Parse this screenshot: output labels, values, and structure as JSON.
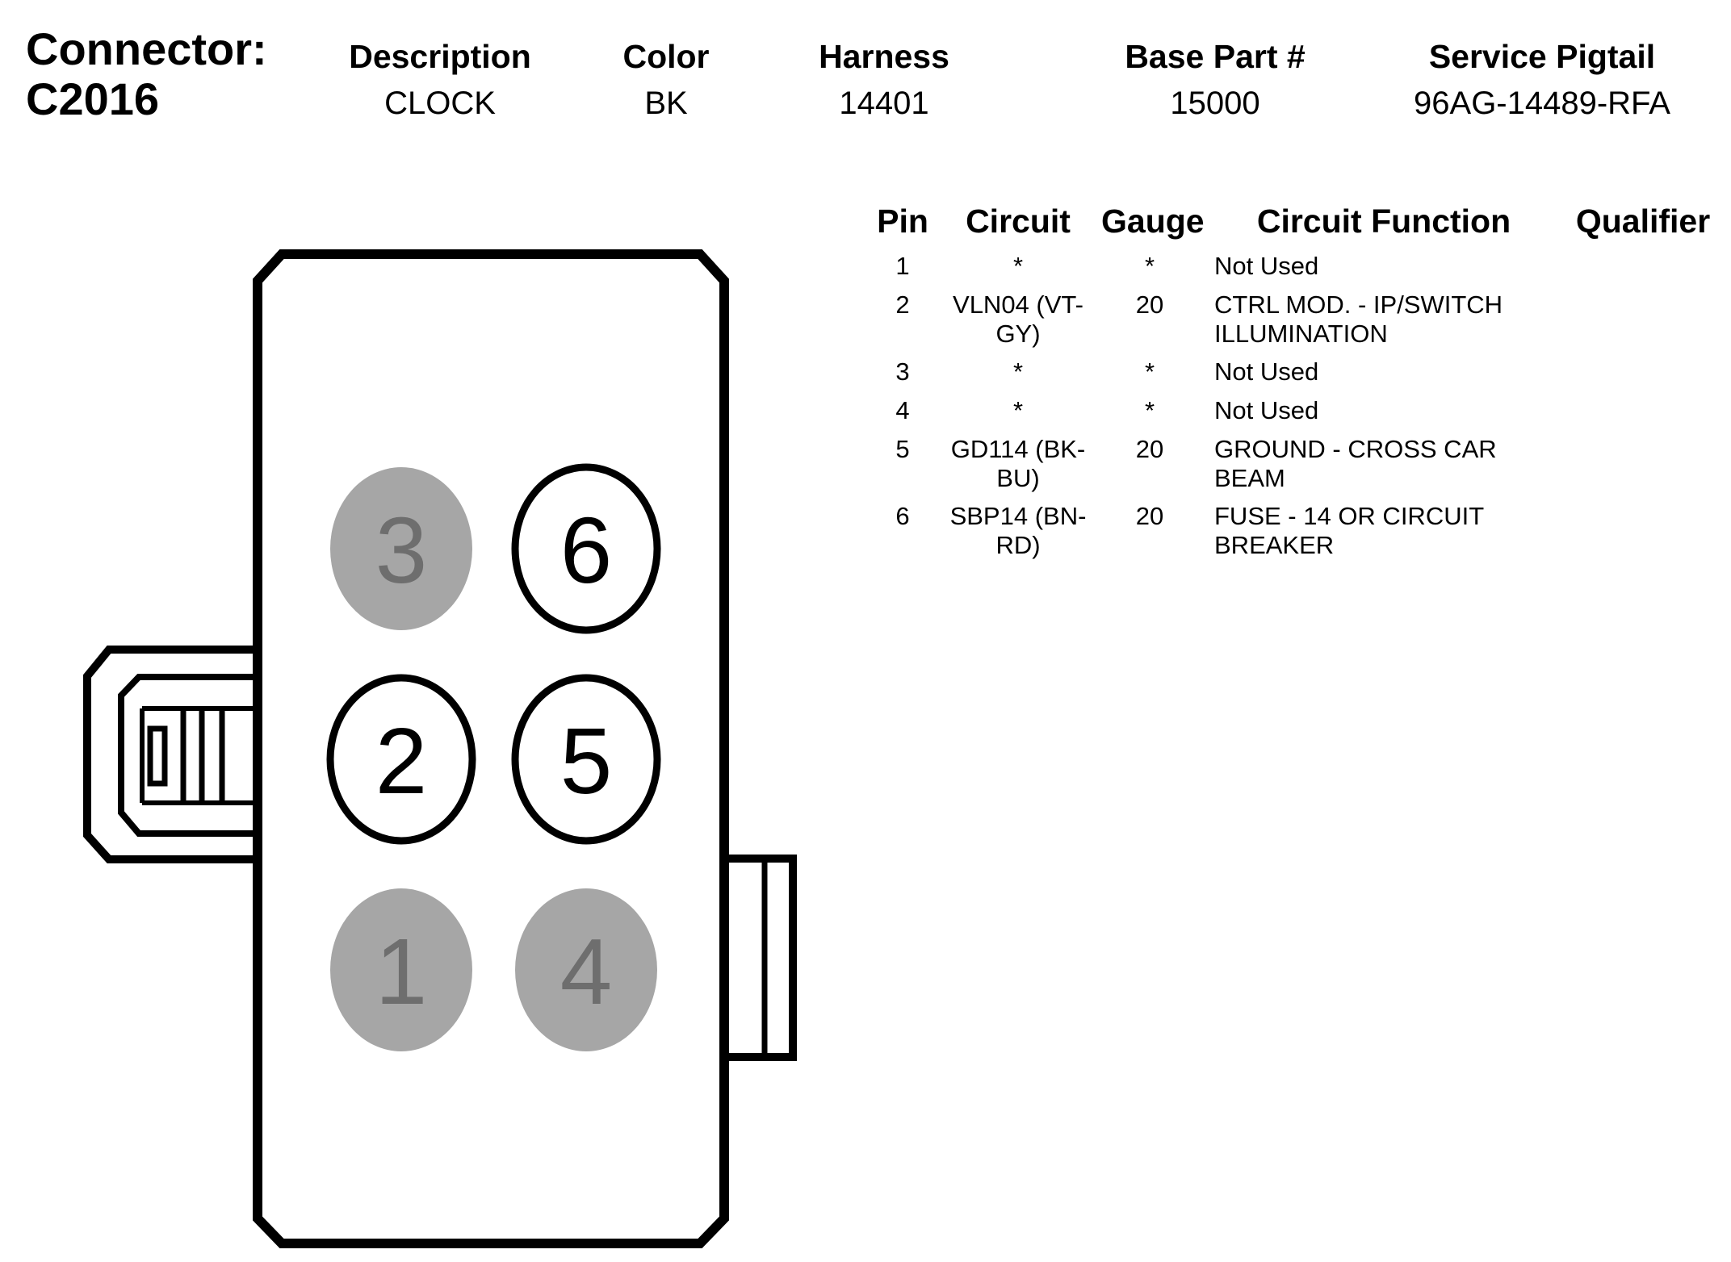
{
  "connector": {
    "label": "Connector:",
    "id": "C2016"
  },
  "header": [
    {
      "key": "description",
      "label": "Description",
      "value": "CLOCK"
    },
    {
      "key": "color",
      "label": "Color",
      "value": "BK"
    },
    {
      "key": "harness",
      "label": "Harness",
      "value": "14401"
    },
    {
      "key": "base_part",
      "label": "Base Part #",
      "value": "15000"
    },
    {
      "key": "service_pigtail",
      "label": "Service Pigtail",
      "value": "96AG-14489-RFA"
    }
  ],
  "table": {
    "columns": [
      "Pin",
      "Circuit",
      "Gauge",
      "Circuit Function",
      "Qualifier"
    ],
    "rows": [
      {
        "pin": "1",
        "circuit": "*",
        "gauge": "*",
        "function": "Not Used",
        "qualifier": ""
      },
      {
        "pin": "2",
        "circuit": "VLN04 (VT-GY)",
        "gauge": "20",
        "function": "CTRL MOD. - IP/SWITCH ILLUMINATION",
        "qualifier": ""
      },
      {
        "pin": "3",
        "circuit": "*",
        "gauge": "*",
        "function": "Not Used",
        "qualifier": ""
      },
      {
        "pin": "4",
        "circuit": "*",
        "gauge": "*",
        "function": "Not Used",
        "qualifier": ""
      },
      {
        "pin": "5",
        "circuit": "GD114 (BK-BU)",
        "gauge": "20",
        "function": "GROUND - CROSS CAR BEAM",
        "qualifier": ""
      },
      {
        "pin": "6",
        "circuit": "SBP14 (BN-RD)",
        "gauge": "20",
        "function": "FUSE - 14 OR CIRCUIT BREAKER",
        "qualifier": ""
      }
    ]
  },
  "diagram": {
    "cavities": [
      {
        "pin": "3",
        "used": false
      },
      {
        "pin": "6",
        "used": true
      },
      {
        "pin": "2",
        "used": true
      },
      {
        "pin": "5",
        "used": true
      },
      {
        "pin": "1",
        "used": false
      },
      {
        "pin": "4",
        "used": false
      }
    ],
    "colors": {
      "outline": "#000000",
      "unused_fill": "#a6a6a6",
      "unused_text": "#6e6e6e",
      "used_fill": "#ffffff"
    }
  }
}
